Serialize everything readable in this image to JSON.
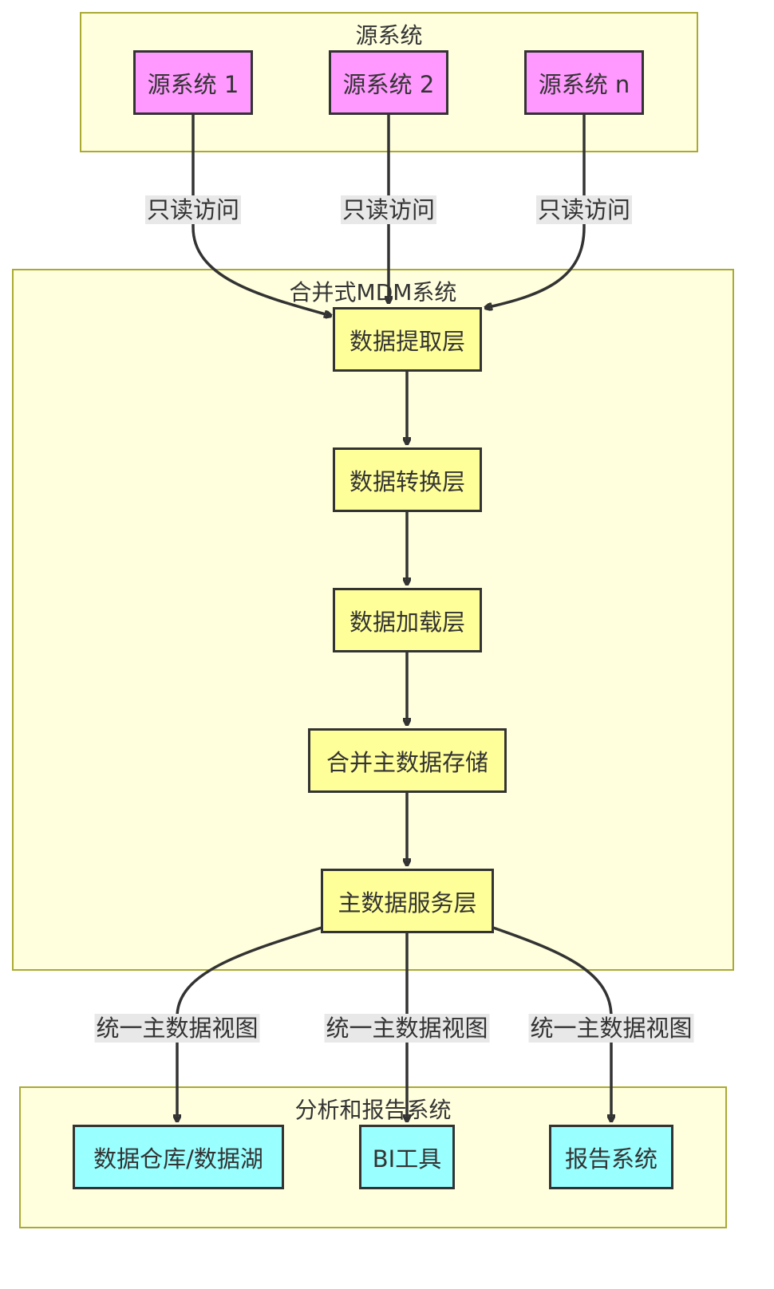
{
  "clusters": {
    "source": {
      "title": "源系统"
    },
    "mdm": {
      "title": "合并式MDM系统"
    },
    "analytics": {
      "title": "分析和报告系统"
    }
  },
  "nodes": {
    "source1": "源系统 1",
    "source2": "源系统 2",
    "sourceN": "源系统 n",
    "extract": "数据提取层",
    "transform": "数据转换层",
    "load": "数据加载层",
    "store": "合并主数据存储",
    "service": "主数据服务层",
    "warehouse": "数据仓库/数据湖",
    "bi": "BI工具",
    "report": "报告系统"
  },
  "edge_labels": {
    "read_only": "只读访问",
    "unified_view": "统一主数据视图"
  },
  "colors": {
    "cluster_fill": "#ffffde",
    "cluster_border": "#aaaa33",
    "source_fill": "#ff99ff",
    "mdm_fill": "#ffff99",
    "target_fill": "#99ffff",
    "edge": "#333333",
    "edge_label_bg": "#e8e8e8"
  }
}
